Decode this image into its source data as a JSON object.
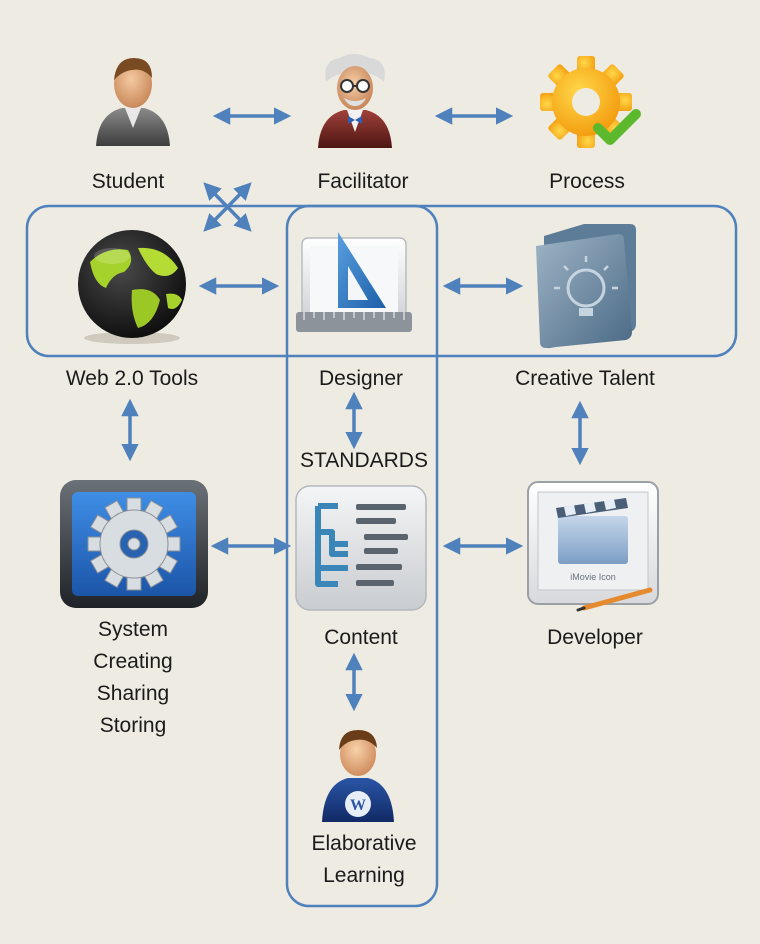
{
  "colors": {
    "background": "#eeebe2",
    "connector": "#4f81bd",
    "frame": "#4f81bd",
    "text": "#1b1b1b"
  },
  "nodes": {
    "student": {
      "label": "Student",
      "icon": "student-person-icon"
    },
    "facilitator": {
      "label": "Facilitator",
      "icon": "professor-icon"
    },
    "process": {
      "label": "Process",
      "icon": "gear-check-icon"
    },
    "web_tools": {
      "label": "Web 2.0 Tools",
      "icon": "globe-icon"
    },
    "designer": {
      "label": "Designer",
      "icon": "set-square-ruler-icon"
    },
    "creative_talent": {
      "label": "Creative Talent",
      "icon": "folder-lightbulb-icon"
    },
    "standards": {
      "label": "STANDARDS"
    },
    "system": {
      "lines": [
        "System",
        "Creating",
        "Sharing",
        "Storing"
      ],
      "icon": "system-gears-icon"
    },
    "content": {
      "label": "Content",
      "icon": "tree-list-icon"
    },
    "developer": {
      "label": "Developer",
      "icon": "imovie-clapper-icon",
      "icon_text": "iMovie Icon"
    },
    "elaborative_learning": {
      "lines": [
        "Elaborative",
        "Learning"
      ],
      "icon": "wordpress-user-icon"
    }
  }
}
